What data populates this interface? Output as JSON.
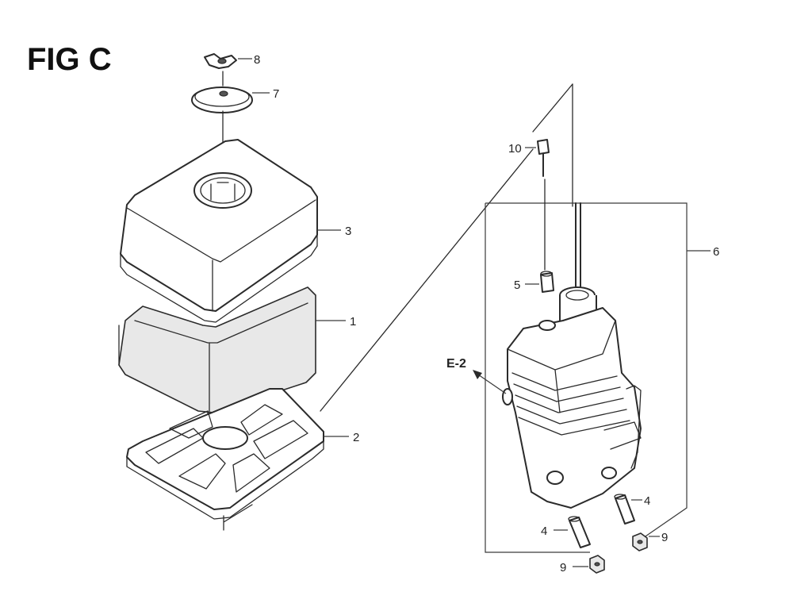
{
  "figure": {
    "title": "FIG C",
    "reference_label": "E-2"
  },
  "callouts": {
    "c1": "1",
    "c2": "2",
    "c3": "3",
    "c4a": "4",
    "c4b": "4",
    "c5": "5",
    "c6": "6",
    "c7": "7",
    "c8": "8",
    "c9a": "9",
    "c9b": "9",
    "c10": "10"
  },
  "colors": {
    "ink": "#2b2b2b",
    "background": "#ffffff"
  }
}
